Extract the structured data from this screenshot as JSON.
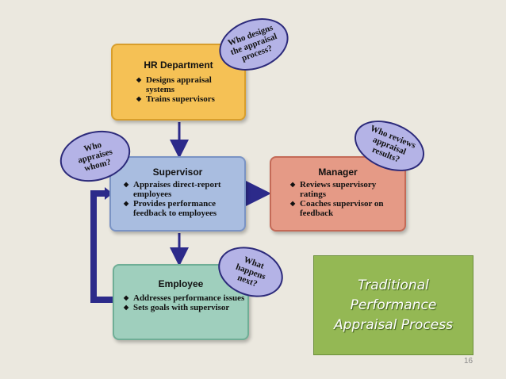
{
  "hr": {
    "title": "HR Department",
    "items": [
      "Designs appraisal systems",
      "Trains supervisors"
    ]
  },
  "supervisor": {
    "title": "Supervisor",
    "items": [
      "Appraises direct-report employees",
      "Provides performance feedback to employees"
    ]
  },
  "manager": {
    "title": "Manager",
    "items": [
      "Reviews supervisory ratings",
      "Coaches supervisor on feedback"
    ]
  },
  "employee": {
    "title": "Employee",
    "items": [
      "Addresses performance issues",
      "Sets goals with supervisor"
    ]
  },
  "bubbles": {
    "designs": "Who designs\nthe appraisal\nprocess?",
    "appraises": "Who\nappraises\nwhom?",
    "reviews": "Who reviews\nappraisal\nresults?",
    "next": "What\nhappens\nnext?"
  },
  "caption": "Traditional\nPerformance\nAppraisal Process",
  "page_number": "16",
  "colors": {
    "hr": "#f5c155",
    "supervisor": "#a9bde0",
    "manager": "#e59a86",
    "employee": "#9fcfbd",
    "bubble": "#b4b3e6",
    "arrow": "#2c2a8a",
    "caption_bg": "#94b854"
  }
}
